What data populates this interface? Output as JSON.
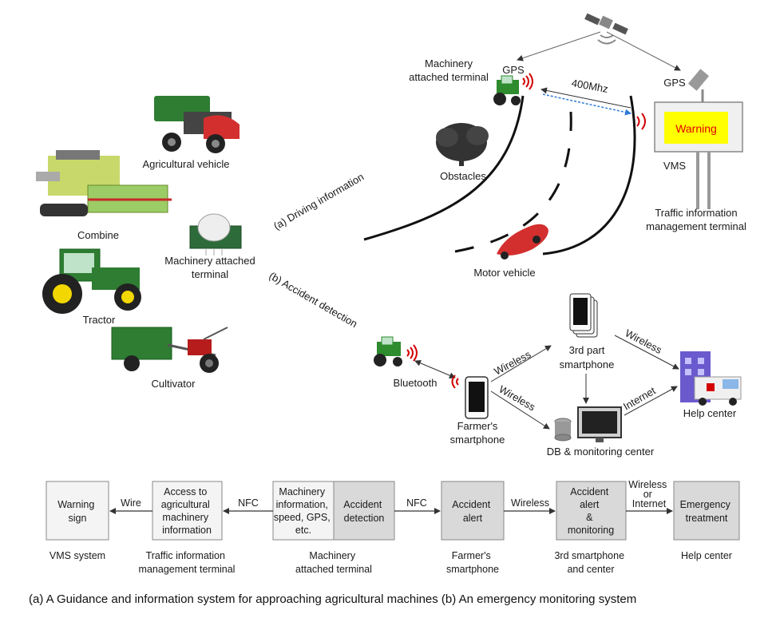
{
  "machines": {
    "agricultural_vehicle": "Agricultural vehicle",
    "combine": "Combine",
    "tractor": "Tractor",
    "cultivator": "Cultivator",
    "terminal": [
      "Machinery attached",
      "terminal"
    ]
  },
  "branches": {
    "a": "(a) Driving information",
    "b": "(b) Accident detection"
  },
  "panel_a": {
    "machinery_terminal": [
      "Machinery",
      "attached terminal"
    ],
    "gps_left": "GPS",
    "gps_right": "GPS",
    "frequency": "400Mhz",
    "warning": "Warning",
    "vms": "VMS",
    "obstacles": "Obstacles",
    "motor_vehicle": "Motor vehicle",
    "traffic_terminal": [
      "Traffic information",
      "management terminal"
    ]
  },
  "panel_b": {
    "bluetooth": "Bluetooth",
    "farmers_smartphone": [
      "Farmer's",
      "smartphone"
    ],
    "wireless_1": "Wireless",
    "wireless_2": "Wireless",
    "wireless_3": "Wireless",
    "internet": "Internet",
    "third_party": [
      "3rd part",
      "smartphone"
    ],
    "db_center": "DB & monitoring center",
    "help_center": "Help center"
  },
  "flow": {
    "boxes": [
      [
        "Warning",
        "sign"
      ],
      [
        "Access to",
        "agricultural",
        "machinery",
        "information"
      ],
      [
        "Machinery",
        "information,",
        "speed, GPS,",
        "etc."
      ],
      [
        "Accident",
        "detection"
      ],
      [
        "Accident",
        "alert"
      ],
      [
        "Accident",
        "alert",
        "&",
        "monitoring"
      ],
      [
        "Emergency",
        "treatment"
      ]
    ],
    "edges": [
      "Wire",
      "NFC",
      "NFC",
      "Wireless",
      [
        "Wireless",
        "or",
        "Internet"
      ]
    ],
    "captions": [
      [
        "VMS system"
      ],
      [
        "Traffic information",
        "management terminal"
      ],
      [
        "Machinery",
        "attached terminal"
      ],
      [
        "Farmer's",
        "smartphone"
      ],
      [
        "3rd smartphone",
        "and center"
      ],
      [
        "Help center"
      ]
    ]
  },
  "caption": "(a) A Guidance and information system for approaching agricultural machines (b) An emergency monitoring system",
  "colors": {
    "box_white": "#f4f4f4",
    "box_gray": "#d9d9d9",
    "warning_fill": "#ffff00",
    "warning_text": "#e00000",
    "signal_red": "#d40000",
    "link_blue": "#2f7bd9",
    "tractor_green": "#2e8b2e"
  }
}
